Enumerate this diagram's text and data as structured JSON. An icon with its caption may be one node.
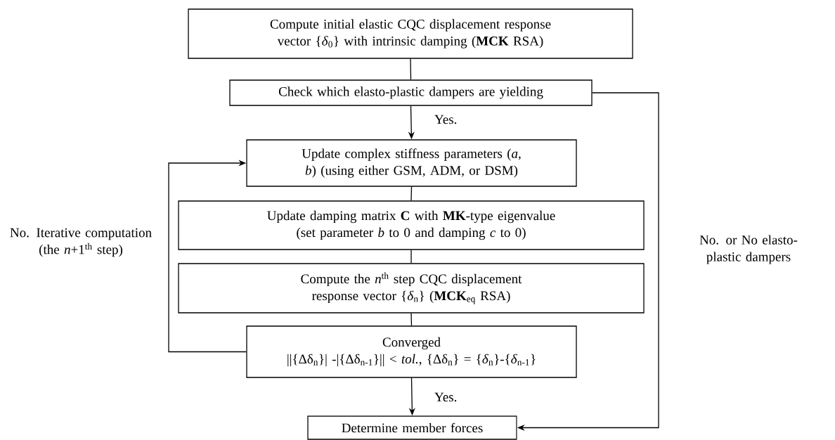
{
  "diagram": {
    "nodes": [
      {
        "text": [
          "Compute initial elastic CQC displacement response vector {*δ*$_{0}$} with intrinsic damping (**MCK** RSA)"
        ]
      },
      {
        "text": [
          "Check which elasto-plastic dampers are yielding"
        ]
      },
      {
        "text": [
          "Update complex stiffness parameters (*a*, *b*) (using either GSM, ADM, or DSM)"
        ]
      },
      {
        "text": [
          "Update damping matrix **C** with **MK**-type eigenvalue (set parameter *b* to 0 and damping *c* to 0)"
        ]
      },
      {
        "text": [
          "Compute the *n*$^{th}$ step CQC displacement response vector {*δ*$_{n}$} (**MCK**$_{eq}$ RSA)"
        ]
      },
      {
        "text": [
          "Converged",
          "||{Δδ$_{n}$}| -|{Δδ$_{n-1}$}|| < *tol.*, {Δδ$_{n}$} = {*δ*$_{n}$}-{*δ*$_{n-1}$}"
        ]
      },
      {
        "text": [
          "Determine member forces"
        ]
      }
    ],
    "edges": [
      {
        "from": 0,
        "to": 1,
        "arrow": "none"
      },
      {
        "from": 1,
        "to": 2,
        "arrow": "to",
        "label": "Yes."
      },
      {
        "from": 2,
        "to": 3,
        "arrow": "none"
      },
      {
        "from": 3,
        "to": 4,
        "arrow": "none"
      },
      {
        "from": 4,
        "to": 5,
        "arrow": "none"
      },
      {
        "from": 5,
        "to": 6,
        "arrow": "to",
        "label": "Yes."
      },
      {
        "from": 5,
        "to": 2,
        "arrow": "to",
        "label": "No. Iterative computation (the *n*+1$^{th}$ step)"
      },
      {
        "from": 1,
        "to": 6,
        "arrow": "to",
        "label": "No. or No elasto-plastic dampers"
      }
    ]
  }
}
